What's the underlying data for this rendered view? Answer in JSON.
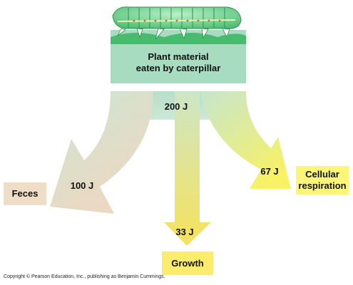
{
  "source": {
    "label_line1": "Plant material",
    "label_line2": "eaten by caterpillar",
    "energy": "200 J"
  },
  "flows": {
    "feces": {
      "label": "Feces",
      "energy": "100 J",
      "color": "#f0ddc6"
    },
    "respiration": {
      "label": "Cellular respiration",
      "energy": "67 J",
      "color": "#fbf57a"
    },
    "growth": {
      "label": "Growth",
      "energy": "33 J",
      "color": "#fbec6e"
    }
  },
  "colors": {
    "plant_box": "#a8dcc0",
    "caterpillar": "#6fcf8f",
    "leaf": "#2fb35a"
  },
  "copyright": "Copyright © Pearson Education, Inc., publishing as Benjamin Cummings."
}
